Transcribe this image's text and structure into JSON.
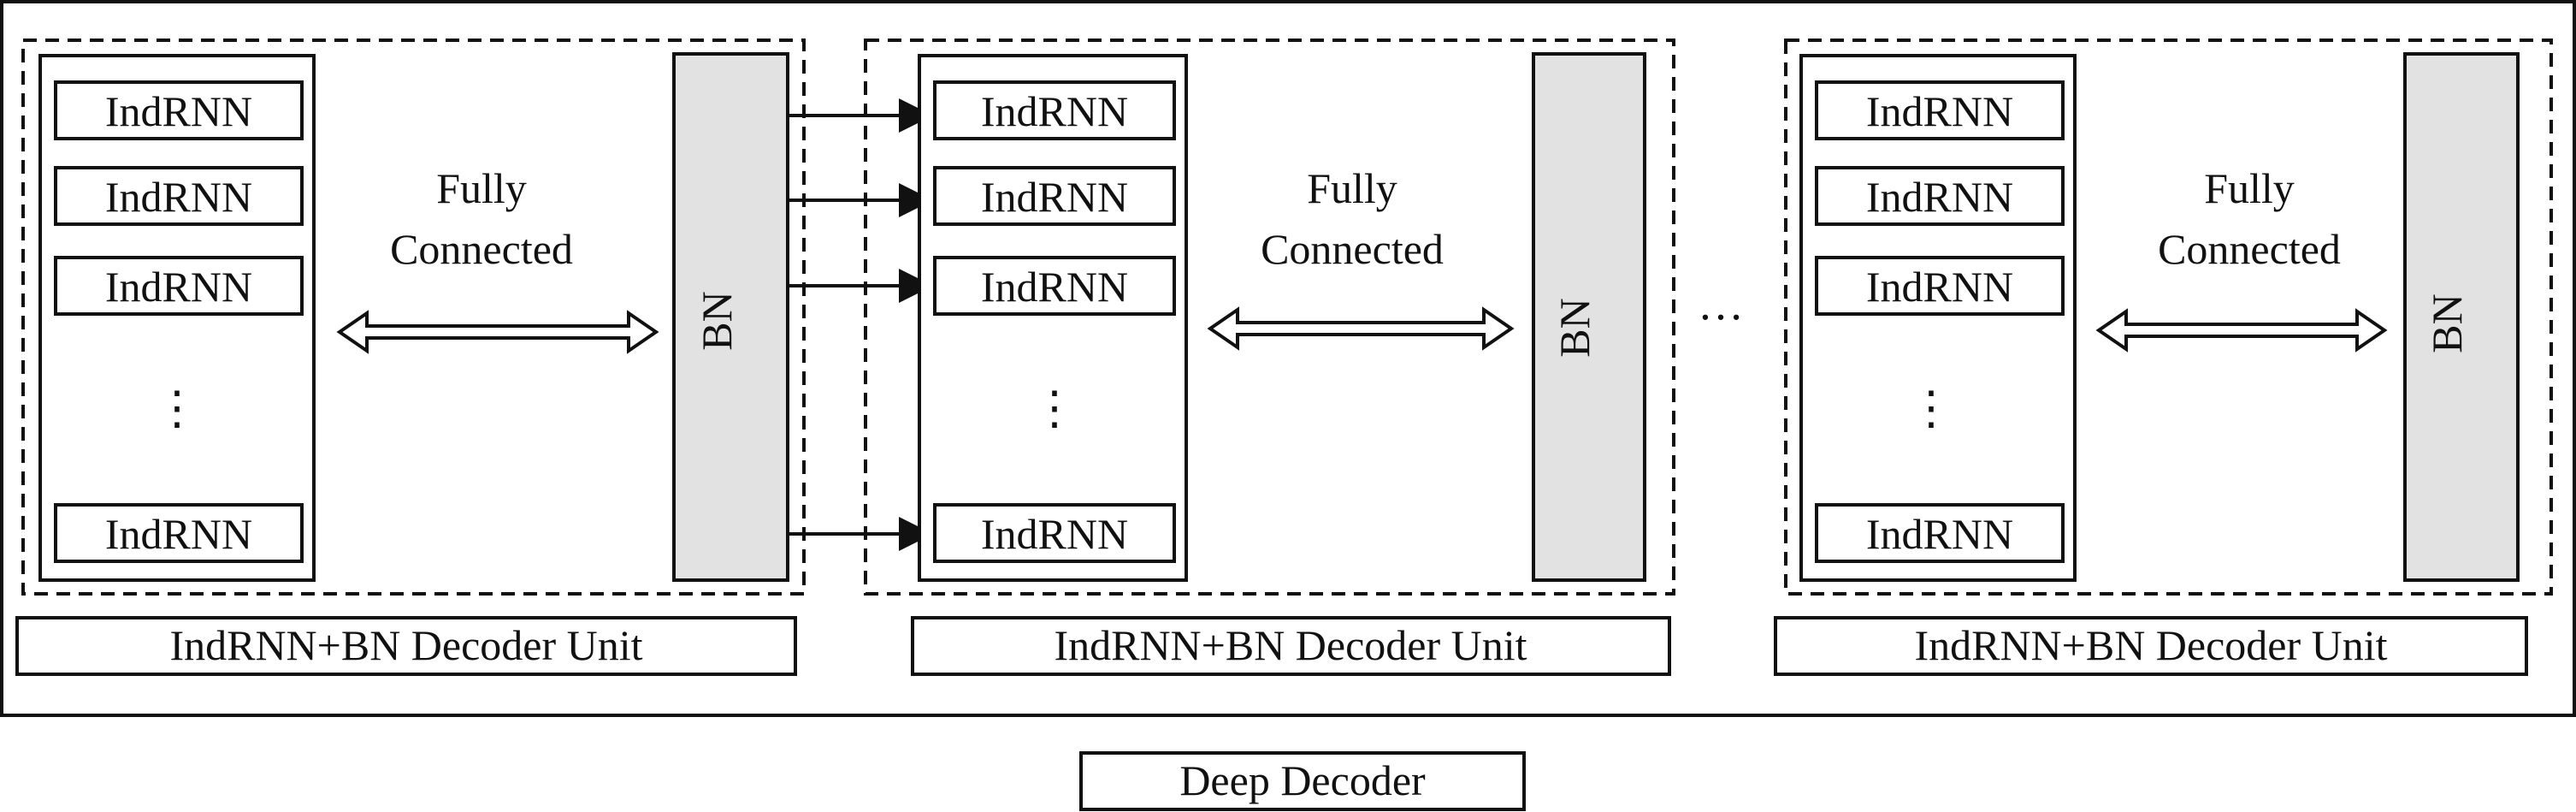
{
  "diagram": {
    "outer_caption": "Deep Decoder",
    "units": [
      {
        "caption": "IndRNN+BN Decoder Unit",
        "neurons": [
          "IndRNN",
          "IndRNN",
          "IndRNN",
          "IndRNN"
        ],
        "ellipsis": "⋮",
        "connection_label_line1": "Fully",
        "connection_label_line2": "Connected",
        "bn_label": "BN"
      },
      {
        "caption": "IndRNN+BN Decoder Unit",
        "neurons": [
          "IndRNN",
          "IndRNN",
          "IndRNN",
          "IndRNN"
        ],
        "ellipsis": "⋮",
        "connection_label_line1": "Fully",
        "connection_label_line2": "Connected",
        "bn_label": "BN"
      },
      {
        "caption": "IndRNN+BN Decoder Unit",
        "neurons": [
          "IndRNN",
          "IndRNN",
          "IndRNN",
          "IndRNN"
        ],
        "ellipsis": "⋮",
        "connection_label_line1": "Fully",
        "connection_label_line2": "Connected",
        "bn_label": "BN"
      }
    ],
    "between_units_ellipsis": "…",
    "colors": {
      "stroke": "#111111",
      "bn_fill": "#e2e2e2",
      "background": "#ffffff"
    }
  }
}
